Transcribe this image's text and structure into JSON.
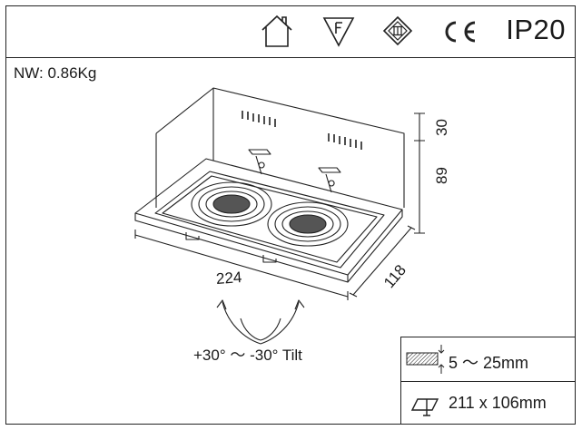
{
  "header": {
    "icons": [
      "house-icon",
      "f-mark-triangle-icon",
      "class-iii-diamond-icon",
      "ce-mark-icon"
    ],
    "ce_text": "CE",
    "ip_rating": "IP20"
  },
  "weight": "NW: 0.86Kg",
  "dimensions": {
    "length": "224",
    "width": "118",
    "height_total": "89",
    "height_top": "30"
  },
  "tilt": "+30° ～ -30° Tilt",
  "specs": {
    "ceiling_thickness": "5 ～ 25mm",
    "cutout": "211 x 106mm"
  }
}
